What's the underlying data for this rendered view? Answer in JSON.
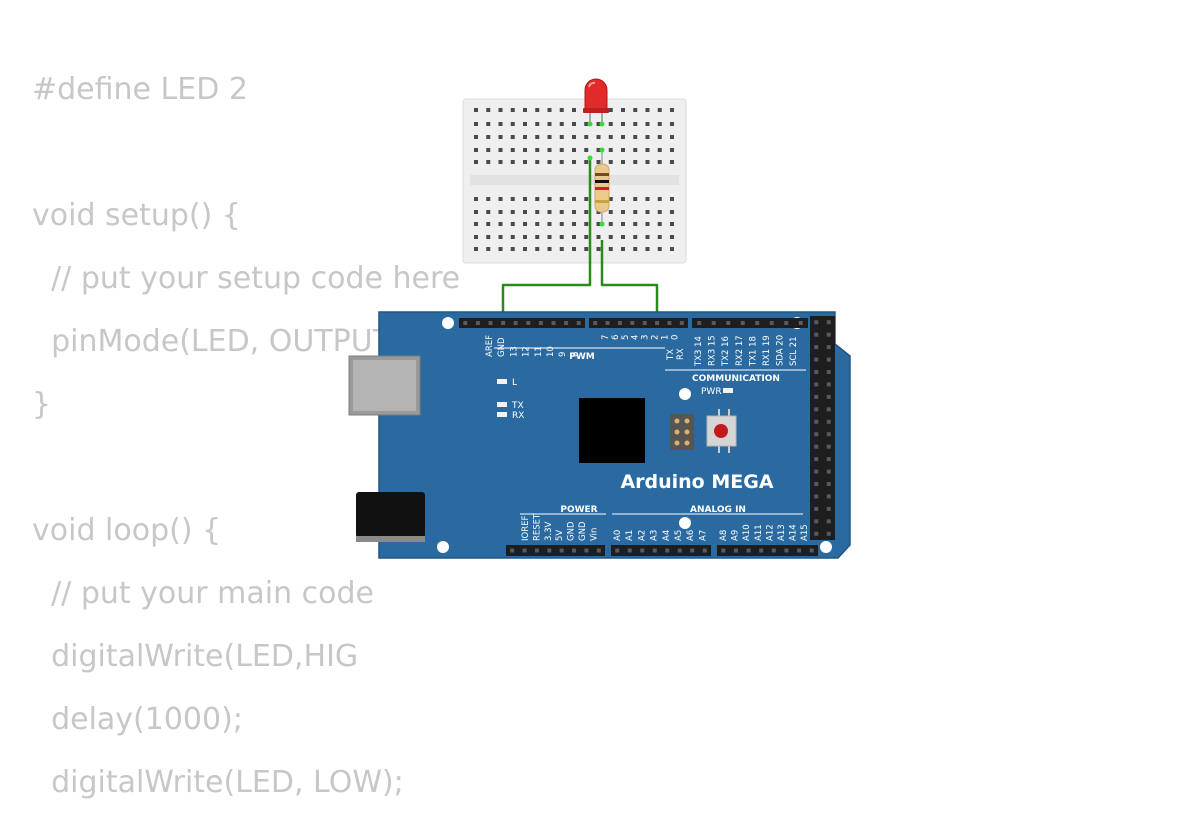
{
  "code": {
    "lines": [
      "#define LED 2",
      "",
      "void setup() {",
      "  // put your setup code here",
      "  pinMode(LED, OUTPUT);",
      "}",
      "",
      "void loop() {",
      "  // put your main code",
      "  digitalWrite(LED,HIG",
      "  delay(1000);",
      "  digitalWrite(LED, LOW);"
    ]
  },
  "board": {
    "name": "Arduino MEGA",
    "pwm_label": "PWM",
    "communication_label": "COMMUNICATION",
    "power_label": "POWER",
    "analog_label": "ANALOG IN",
    "pwr_led_label": "PWR",
    "led_l_label": "L",
    "led_tx_label": "TX",
    "led_rx_label": "RX",
    "top_pins_left": [
      "AREF",
      "GND",
      "13",
      "12",
      "11",
      "10",
      "9",
      "8"
    ],
    "top_pins_mid": [
      "7",
      "6",
      "5",
      "4",
      "3",
      "2",
      "1",
      "0"
    ],
    "top_pins_comm": [
      "TX3 14",
      "RX3 15",
      "TX2 16",
      "RX2 17",
      "TX1 18",
      "RX1 19",
      "SDA 20",
      "SCL 21"
    ],
    "tx_rx_small": [
      "TX",
      "RX"
    ],
    "power_pins": [
      "IOREF",
      "RESET",
      "3.3V",
      "5V",
      "GND",
      "GND",
      "Vin"
    ],
    "analog_pins": [
      "A0",
      "A1",
      "A2",
      "A3",
      "A4",
      "A5",
      "A6",
      "A7",
      "A8",
      "A9",
      "A10",
      "A11",
      "A12",
      "A13",
      "A14",
      "A15"
    ]
  },
  "colors": {
    "board_blue": "#2a6aa0",
    "board_edge": "#1f5685",
    "wire_green": "#2a8a1e",
    "led_red": "#e12b2b",
    "breadboard": "#efefef"
  }
}
